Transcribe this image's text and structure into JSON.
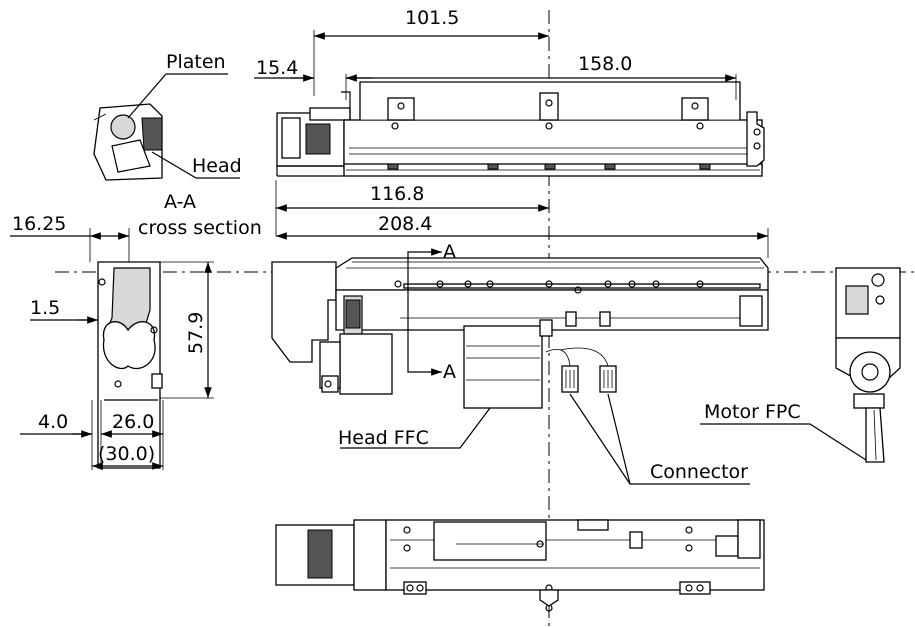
{
  "labels": {
    "platen": "Platen",
    "head": "Head",
    "section_a": "A-A",
    "section_desc": "cross section",
    "head_ffc": "Head FFC",
    "connector": "Connector",
    "motor_fpc": "Motor FPC",
    "section_mark_top": "A",
    "section_mark_bottom": "A"
  },
  "dimensions": {
    "d_101_5": "101.5",
    "d_15_4": "15.4",
    "d_158_0": "158.0",
    "d_116_8": "116.8",
    "d_208_4": "208.4",
    "d_16_25": "16.25",
    "d_1_5": "1.5",
    "d_57_9": "57.9",
    "d_4_0": "4.0",
    "d_26_0": "26.0",
    "d_30_0": "(30.0)"
  }
}
